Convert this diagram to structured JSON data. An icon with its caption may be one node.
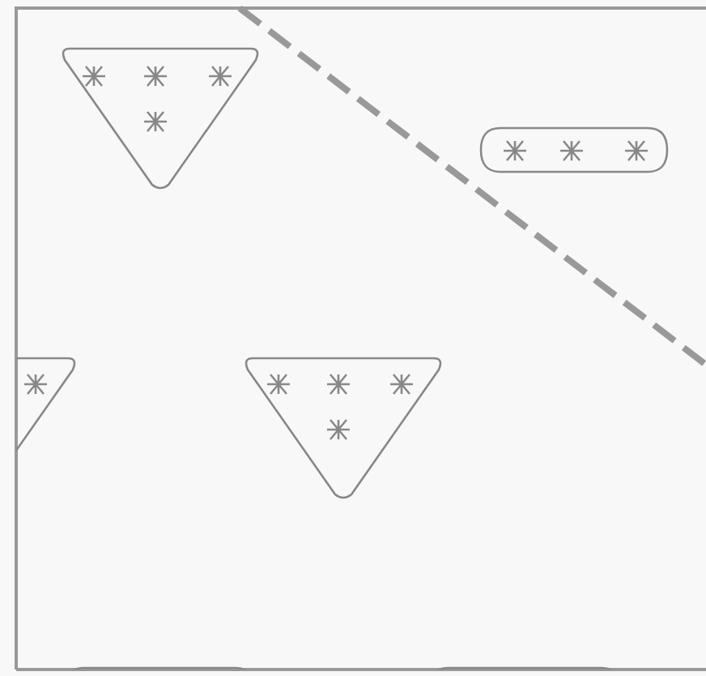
{
  "diagram": {
    "nodes": [
      {
        "text": [],
        "shape": "triangle"
      },
      {
        "text": [],
        "shape": "box"
      },
      {
        "text": [],
        "shape": "triangle"
      },
      {
        "text": [],
        "shape": "triangle"
      },
      {
        "text": [],
        "shape": "box"
      },
      {
        "text": [],
        "shape": "box"
      }
    ]
  }
}
